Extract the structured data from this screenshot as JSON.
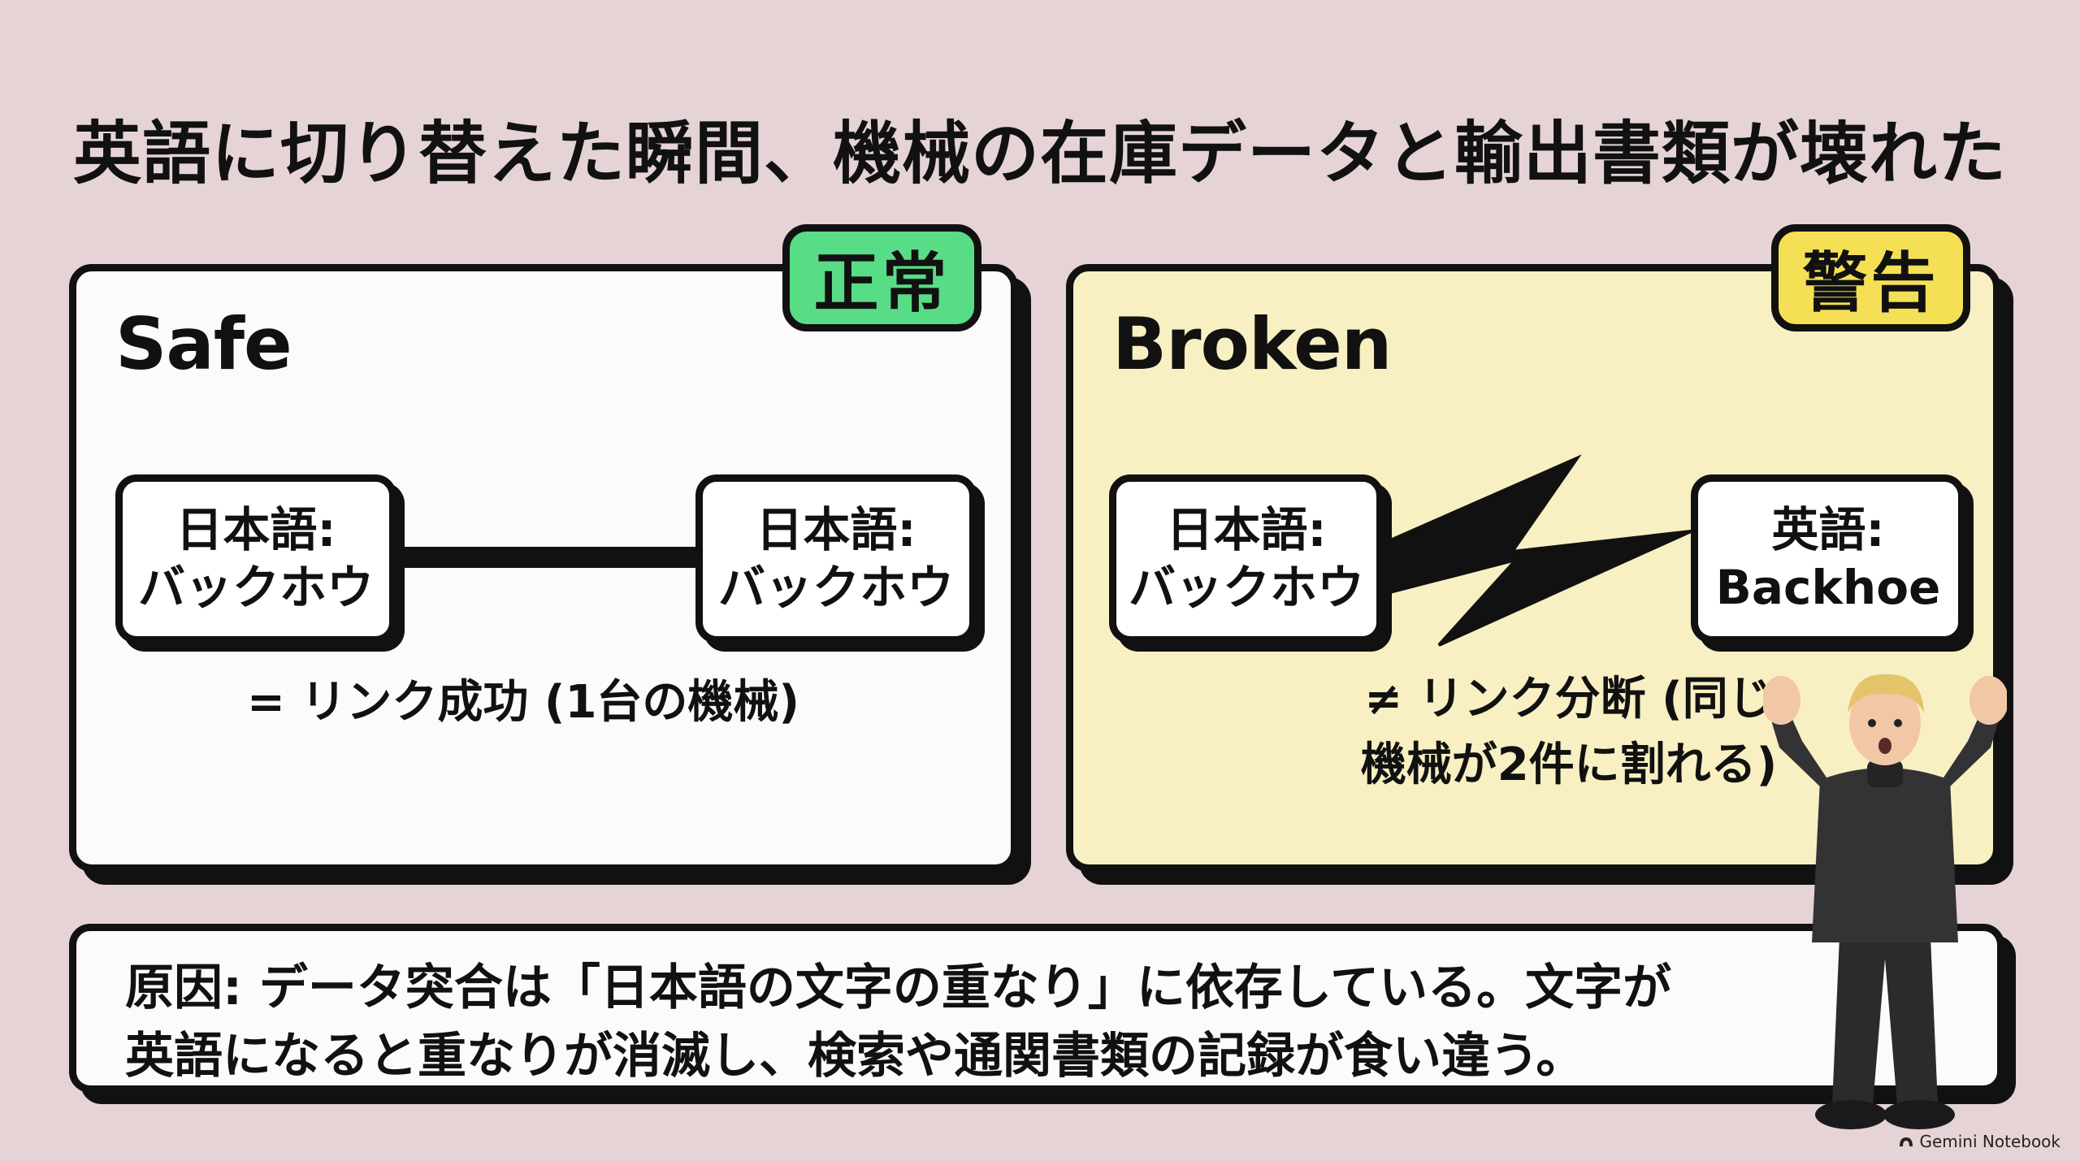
{
  "title": "英語に切り替えた瞬間、機械の在庫データと輸出書類が壊れた",
  "safe": {
    "heading": "Safe",
    "tag": "正常",
    "left_node": [
      "日本語:",
      "バックホウ"
    ],
    "right_node": [
      "日本語:",
      "バックホウ"
    ],
    "caption": "= リンク成功 (1台の機械)",
    "tag_color": "#59dc86"
  },
  "broken": {
    "heading": "Broken",
    "tag": "警告",
    "left_node": [
      "日本語:",
      "バックホウ"
    ],
    "right_node": [
      "英語:",
      "Backhoe"
    ],
    "caption_line1": "≠ リンク分断 (同じ",
    "caption_line2": "機械が2件に割れる)",
    "tag_color": "#f5e055",
    "panel_color": "#f8f0c2"
  },
  "cause": {
    "line1": "原因: データ突合は「日本語の文字の重なり」に依存している。文字が",
    "line2": "英語になると重なりが消滅し、検索や通関書類の記録が食い違う。"
  },
  "watermark": "Gemini Notebook",
  "icons": [
    "lightning-bolt-icon",
    "shocked-person-icon",
    "notebook-logo-icon"
  ]
}
